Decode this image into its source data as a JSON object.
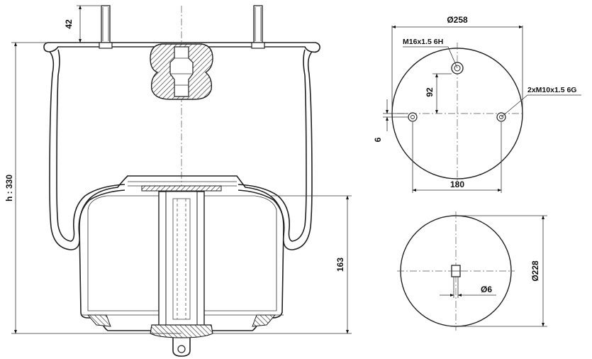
{
  "side_view": {
    "height_dim": "h : 330",
    "stud_height_dim": "42",
    "piston_height_dim": "163"
  },
  "top_view": {
    "diameter_dim": "Ø258",
    "center_thread": "M16x1.5 6H",
    "offset_dim": "92",
    "stud_threads": "2xM10x1.5 6G",
    "offset_small_dim": "6",
    "stud_spacing_dim": "180"
  },
  "bottom_view": {
    "diameter_dim": "Ø228",
    "pin_dim": "Ø6"
  }
}
